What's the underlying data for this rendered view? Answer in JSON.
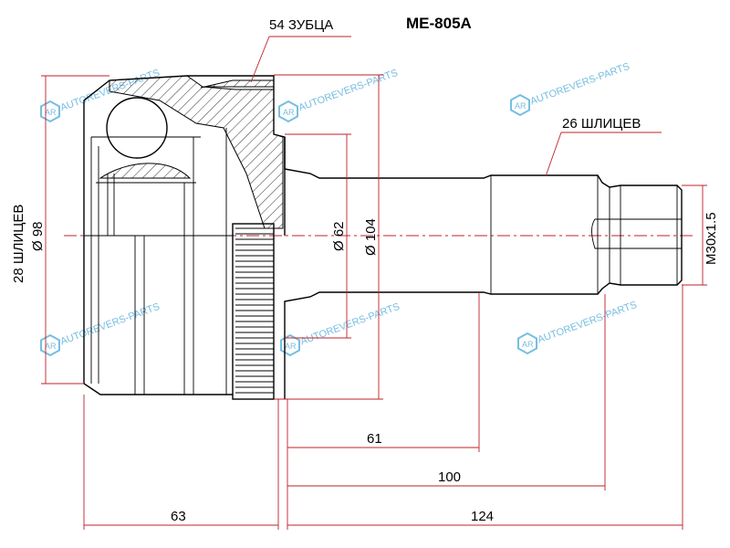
{
  "title": "ME-805A",
  "labels": {
    "teeth": "54 ЗУБЦА",
    "outer_splines": "26 ШЛИЦЕВ",
    "inner_splines": "28 ШЛИЦЕВ",
    "dia_outer": "Ø 98",
    "dia_seal": "Ø 62",
    "dia_abs": "Ø 104",
    "thread": "M30x1.5"
  },
  "dimensions": {
    "spline_start": "61",
    "spline_end": "100",
    "housing_length": "63",
    "total_length": "124"
  },
  "watermark": "AUTOREVERS-PARTS",
  "colors": {
    "dimension": "#c0202a",
    "watermark": "#4aa8d8"
  }
}
